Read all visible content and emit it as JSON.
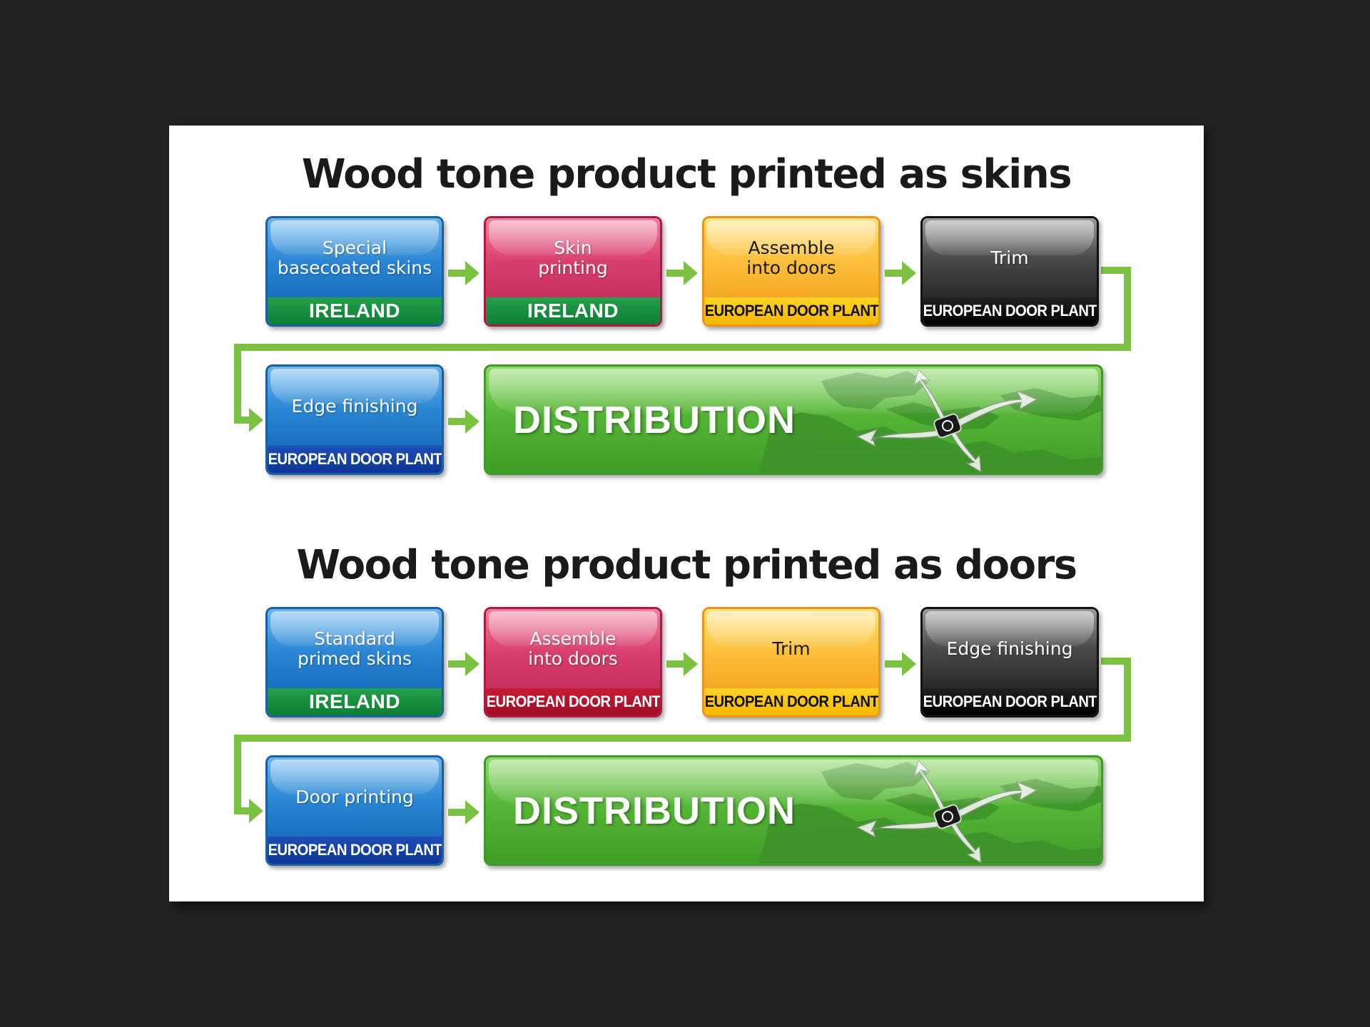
{
  "sections": [
    {
      "title": "Wood tone product printed as skins",
      "steps": [
        {
          "top": "Special\nbasecoated skins",
          "bottom": "IRELAND"
        },
        {
          "top": "Skin\nprinting",
          "bottom": "IRELAND"
        },
        {
          "top": "Assemble\ninto doors",
          "bottom": "EUROPEAN DOOR PLANT"
        },
        {
          "top": "Trim",
          "bottom": "EUROPEAN DOOR PLANT"
        },
        {
          "top": "Edge finishing",
          "bottom": "EUROPEAN DOOR PLANT"
        }
      ],
      "final": "DISTRIBUTION"
    },
    {
      "title": "Wood tone product printed as doors",
      "steps": [
        {
          "top": "Standard\nprimed skins",
          "bottom": "IRELAND"
        },
        {
          "top": "Assemble\ninto doors",
          "bottom": "EUROPEAN DOOR PLANT"
        },
        {
          "top": "Trim",
          "bottom": "EUROPEAN DOOR PLANT"
        },
        {
          "top": "Edge finishing",
          "bottom": "EUROPEAN DOOR PLANT"
        },
        {
          "top": "Door printing",
          "bottom": "EUROPEAN DOOR PLANT"
        }
      ],
      "final": "DISTRIBUTION"
    }
  ],
  "colors": {
    "flow_arrow": "#7cc242",
    "blue": "#2a86d4",
    "pink": "#d93f6c",
    "orange": "#fbbf3a",
    "black": "#2a2a2a",
    "ireland_green": "#0c7f33",
    "plant_blue": "#0c3596",
    "plant_red": "#9e0f24",
    "plant_yellow": "#f5b800",
    "distribution_green": "#55b536"
  },
  "icons": [
    "europe-map-icon",
    "distribution-arrows-icon",
    "logo-icon"
  ]
}
